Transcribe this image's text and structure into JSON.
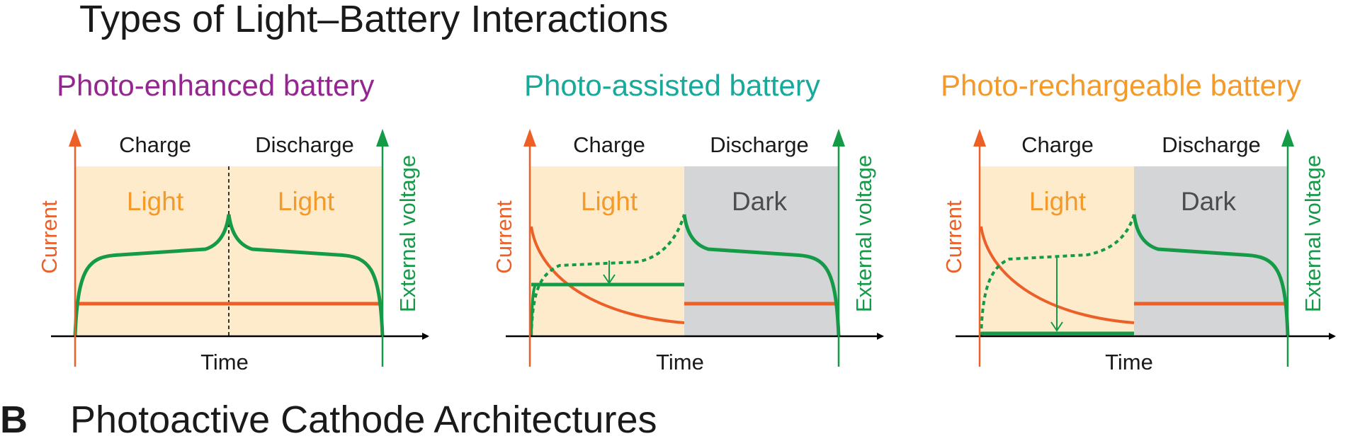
{
  "title": "Types of Light–Battery Interactions",
  "next_section": {
    "letter": "B",
    "title": "Photoactive Cathode Architectures"
  },
  "axis_labels": {
    "x": "Time",
    "left": "Current",
    "right": "External voltage"
  },
  "colors": {
    "enhanced": "#93278f",
    "assisted": "#17a99a",
    "rechargeable": "#f39a2b",
    "current": "#ec6028",
    "voltage": "#159a48",
    "light_bg": "#fdebcc",
    "dark_bg": "#d4d5d7",
    "light_text": "#f39a2b",
    "dark_text": "#4d4d4d"
  },
  "panels": [
    {
      "title": "Photo-enhanced battery",
      "charge": "Charge",
      "discharge": "Discharge",
      "left_region": "Light",
      "right_region": "Light"
    },
    {
      "title": "Photo-assisted battery",
      "charge": "Charge",
      "discharge": "Discharge",
      "left_region": "Light",
      "right_region": "Dark"
    },
    {
      "title": "Photo-rechargeable battery",
      "charge": "Charge",
      "discharge": "Discharge",
      "left_region": "Light",
      "right_region": "Dark"
    }
  ]
}
